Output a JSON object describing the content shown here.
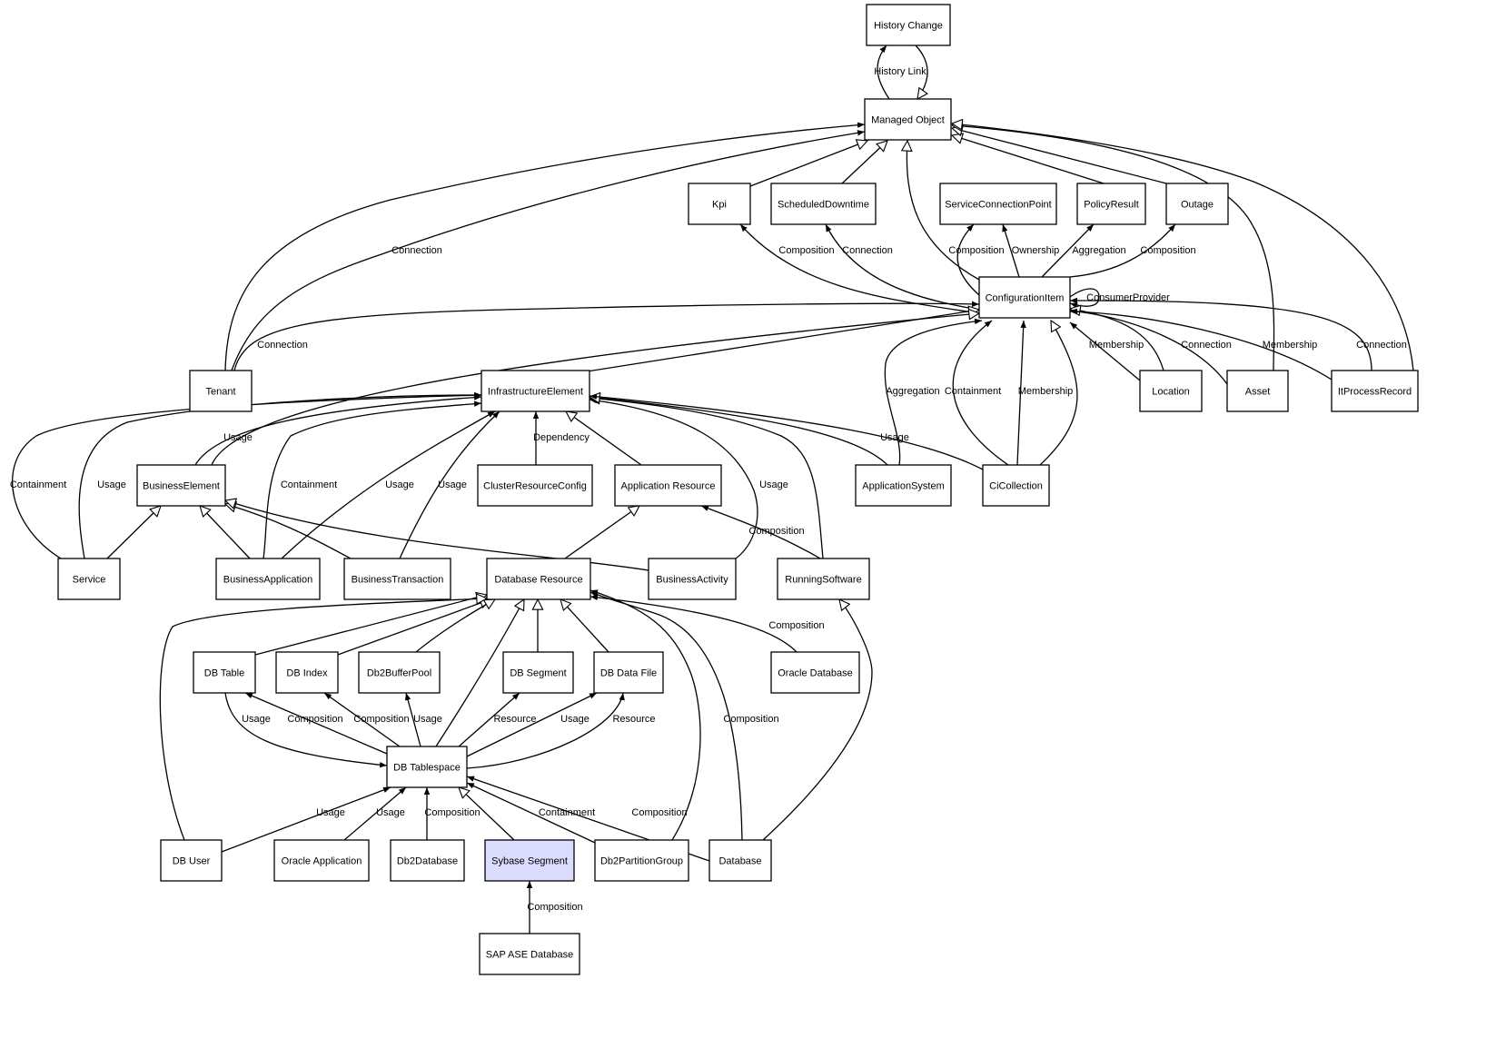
{
  "diagram": {
    "nodes": [
      {
        "id": "history_change",
        "label": "History Change"
      },
      {
        "id": "managed_object",
        "label": "Managed Object"
      },
      {
        "id": "kpi",
        "label": "Kpi"
      },
      {
        "id": "scheduled_downtime",
        "label": "ScheduledDowntime"
      },
      {
        "id": "service_connection_point",
        "label": "ServiceConnectionPoint"
      },
      {
        "id": "policy_result",
        "label": "PolicyResult"
      },
      {
        "id": "outage",
        "label": "Outage"
      },
      {
        "id": "configuration_item",
        "label": "ConfigurationItem"
      },
      {
        "id": "tenant",
        "label": "Tenant"
      },
      {
        "id": "infrastructure_element",
        "label": "InfrastructureElement"
      },
      {
        "id": "location",
        "label": "Location"
      },
      {
        "id": "asset",
        "label": "Asset"
      },
      {
        "id": "it_process_record",
        "label": "ItProcessRecord"
      },
      {
        "id": "business_element",
        "label": "BusinessElement"
      },
      {
        "id": "cluster_resource_config",
        "label": "ClusterResourceConfig"
      },
      {
        "id": "application_resource",
        "label": "Application Resource"
      },
      {
        "id": "application_system",
        "label": "ApplicationSystem"
      },
      {
        "id": "ci_collection",
        "label": "CiCollection"
      },
      {
        "id": "service",
        "label": "Service"
      },
      {
        "id": "business_application",
        "label": "BusinessApplication"
      },
      {
        "id": "business_transaction",
        "label": "BusinessTransaction"
      },
      {
        "id": "database_resource",
        "label": "Database Resource"
      },
      {
        "id": "business_activity",
        "label": "BusinessActivity"
      },
      {
        "id": "running_software",
        "label": "RunningSoftware"
      },
      {
        "id": "db_table",
        "label": "DB Table"
      },
      {
        "id": "db_index",
        "label": "DB Index"
      },
      {
        "id": "db2_buffer_pool",
        "label": "Db2BufferPool"
      },
      {
        "id": "db_segment",
        "label": "DB Segment"
      },
      {
        "id": "db_data_file",
        "label": "DB Data File"
      },
      {
        "id": "oracle_database",
        "label": "Oracle Database"
      },
      {
        "id": "db_tablespace",
        "label": "DB Tablespace"
      },
      {
        "id": "db_user",
        "label": "DB User"
      },
      {
        "id": "oracle_application",
        "label": "Oracle Application"
      },
      {
        "id": "db2_database",
        "label": "Db2Database"
      },
      {
        "id": "sybase_segment",
        "label": "Sybase Segment",
        "highlighted": true
      },
      {
        "id": "db2_partition_group",
        "label": "Db2PartitionGroup"
      },
      {
        "id": "database",
        "label": "Database"
      },
      {
        "id": "sap_ase_database",
        "label": "SAP ASE Database"
      }
    ],
    "edges": [
      {
        "from": "managed_object",
        "to": "history_change",
        "kind": "association",
        "label": "History Link"
      },
      {
        "from": "history_change",
        "to": "managed_object",
        "kind": "inheritance",
        "label": ""
      },
      {
        "from": "kpi",
        "to": "managed_object",
        "kind": "inheritance",
        "label": ""
      },
      {
        "from": "scheduled_downtime",
        "to": "managed_object",
        "kind": "inheritance",
        "label": ""
      },
      {
        "from": "policy_result",
        "to": "managed_object",
        "kind": "inheritance",
        "label": ""
      },
      {
        "from": "outage",
        "to": "managed_object",
        "kind": "inheritance",
        "label": ""
      },
      {
        "from": "configuration_item",
        "to": "managed_object",
        "kind": "inheritance",
        "label": ""
      },
      {
        "from": "asset",
        "to": "managed_object",
        "kind": "inheritance",
        "label": ""
      },
      {
        "from": "it_process_record",
        "to": "managed_object",
        "kind": "inheritance",
        "label": ""
      },
      {
        "from": "tenant",
        "to": "managed_object",
        "kind": "association",
        "label": ""
      },
      {
        "from": "tenant",
        "to": "managed_object",
        "kind": "association",
        "label": "Connection"
      },
      {
        "from": "configuration_item",
        "to": "kpi",
        "kind": "association",
        "label": "Composition"
      },
      {
        "from": "configuration_item",
        "to": "scheduled_downtime",
        "kind": "association",
        "label": "Connection"
      },
      {
        "from": "configuration_item",
        "to": "service_connection_point",
        "kind": "association",
        "label": "Composition"
      },
      {
        "from": "configuration_item",
        "to": "service_connection_point",
        "kind": "association",
        "label": "Ownership"
      },
      {
        "from": "configuration_item",
        "to": "policy_result",
        "kind": "association",
        "label": "Aggregation"
      },
      {
        "from": "configuration_item",
        "to": "outage",
        "kind": "association",
        "label": "Composition"
      },
      {
        "from": "configuration_item",
        "to": "configuration_item",
        "kind": "association",
        "label": "ConsumerProvider"
      },
      {
        "from": "tenant",
        "to": "configuration_item",
        "kind": "association",
        "label": "Connection"
      },
      {
        "from": "infrastructure_element",
        "to": "configuration_item",
        "kind": "inheritance",
        "label": ""
      },
      {
        "from": "business_element",
        "to": "configuration_item",
        "kind": "inheritance",
        "label": ""
      },
      {
        "from": "application_system",
        "to": "configuration_item",
        "kind": "association",
        "label": "Aggregation"
      },
      {
        "from": "ci_collection",
        "to": "configuration_item",
        "kind": "association",
        "label": "Containment"
      },
      {
        "from": "ci_collection",
        "to": "configuration_item",
        "kind": "association",
        "label": "Membership"
      },
      {
        "from": "ci_collection",
        "to": "configuration_item",
        "kind": "inheritance",
        "label": ""
      },
      {
        "from": "location",
        "to": "configuration_item",
        "kind": "association",
        "label": "Membership"
      },
      {
        "from": "location",
        "to": "configuration_item",
        "kind": "inheritance",
        "label": ""
      },
      {
        "from": "asset",
        "to": "configuration_item",
        "kind": "association",
        "label": "Connection"
      },
      {
        "from": "it_process_record",
        "to": "configuration_item",
        "kind": "association",
        "label": "Membership"
      },
      {
        "from": "it_process_record",
        "to": "configuration_item",
        "kind": "association",
        "label": "Connection"
      },
      {
        "from": "service",
        "to": "infrastructure_element",
        "kind": "association",
        "label": "Containment"
      },
      {
        "from": "service",
        "to": "infrastructure_element",
        "kind": "association",
        "label": "Usage"
      },
      {
        "from": "business_element",
        "to": "infrastructure_element",
        "kind": "association",
        "label": "Usage"
      },
      {
        "from": "business_application",
        "to": "infrastructure_element",
        "kind": "association",
        "label": "Containment"
      },
      {
        "from": "business_application",
        "to": "infrastructure_element",
        "kind": "association",
        "label": "Usage"
      },
      {
        "from": "business_transaction",
        "to": "infrastructure_element",
        "kind": "association",
        "label": "Usage"
      },
      {
        "from": "cluster_resource_config",
        "to": "infrastructure_element",
        "kind": "association",
        "label": "Dependency"
      },
      {
        "from": "application_resource",
        "to": "infrastructure_element",
        "kind": "inheritance",
        "label": ""
      },
      {
        "from": "business_activity",
        "to": "infrastructure_element",
        "kind": "association",
        "label": "Usage"
      },
      {
        "from": "running_software",
        "to": "infrastructure_element",
        "kind": "inheritance",
        "label": ""
      },
      {
        "from": "application_system",
        "to": "infrastructure_element",
        "kind": "inheritance",
        "label": ""
      },
      {
        "from": "ci_collection",
        "to": "infrastructure_element",
        "kind": "association",
        "label": "Usage"
      },
      {
        "from": "service",
        "to": "business_element",
        "kind": "inheritance",
        "label": ""
      },
      {
        "from": "business_application",
        "to": "business_element",
        "kind": "inheritance",
        "label": ""
      },
      {
        "from": "business_transaction",
        "to": "business_element",
        "kind": "inheritance",
        "label": ""
      },
      {
        "from": "business_activity",
        "to": "business_element",
        "kind": "inheritance",
        "label": ""
      },
      {
        "from": "database_resource",
        "to": "application_resource",
        "kind": "inheritance",
        "label": ""
      },
      {
        "from": "running_software",
        "to": "application_resource",
        "kind": "association",
        "label": "Composition"
      },
      {
        "from": "db_table",
        "to": "database_resource",
        "kind": "inheritance",
        "label": ""
      },
      {
        "from": "db_index",
        "to": "database_resource",
        "kind": "inheritance",
        "label": ""
      },
      {
        "from": "db2_buffer_pool",
        "to": "database_resource",
        "kind": "inheritance",
        "label": ""
      },
      {
        "from": "db_segment",
        "to": "database_resource",
        "kind": "inheritance",
        "label": ""
      },
      {
        "from": "db_data_file",
        "to": "database_resource",
        "kind": "inheritance",
        "label": ""
      },
      {
        "from": "db_tablespace",
        "to": "database_resource",
        "kind": "inheritance",
        "label": ""
      },
      {
        "from": "db_user",
        "to": "database_resource",
        "kind": "inheritance",
        "label": ""
      },
      {
        "from": "oracle_database",
        "to": "database_resource",
        "kind": "association",
        "label": "Composition"
      },
      {
        "from": "database",
        "to": "database_resource",
        "kind": "association",
        "label": "Composition"
      },
      {
        "from": "db2_partition_group",
        "to": "database_resource",
        "kind": "association",
        "label": ""
      },
      {
        "from": "database",
        "to": "running_software",
        "kind": "inheritance",
        "label": ""
      },
      {
        "from": "db_tablespace",
        "to": "db_table",
        "kind": "association",
        "label": "Usage"
      },
      {
        "from": "db_tablespace",
        "to": "db_table",
        "kind": "association",
        "label": "Composition"
      },
      {
        "from": "db_tablespace",
        "to": "db_index",
        "kind": "association",
        "label": "Composition"
      },
      {
        "from": "db_tablespace",
        "to": "db2_buffer_pool",
        "kind": "association",
        "label": "Usage"
      },
      {
        "from": "db_tablespace",
        "to": "db_segment",
        "kind": "association",
        "label": "Resource"
      },
      {
        "from": "db_tablespace",
        "to": "db_data_file",
        "kind": "association",
        "label": "Usage"
      },
      {
        "from": "db_tablespace",
        "to": "db_data_file",
        "kind": "association",
        "label": "Resource"
      },
      {
        "from": "db_user",
        "to": "db_tablespace",
        "kind": "association",
        "label": "Usage"
      },
      {
        "from": "oracle_application",
        "to": "db_tablespace",
        "kind": "association",
        "label": "Usage"
      },
      {
        "from": "db2_database",
        "to": "db_tablespace",
        "kind": "association",
        "label": "Composition"
      },
      {
        "from": "sybase_segment",
        "to": "db_tablespace",
        "kind": "inheritance",
        "label": ""
      },
      {
        "from": "db2_partition_group",
        "to": "db_tablespace",
        "kind": "association",
        "label": "Containment"
      },
      {
        "from": "database",
        "to": "db_tablespace",
        "kind": "association",
        "label": "Composition"
      },
      {
        "from": "sap_ase_database",
        "to": "sybase_segment",
        "kind": "association",
        "label": "Composition"
      }
    ]
  }
}
